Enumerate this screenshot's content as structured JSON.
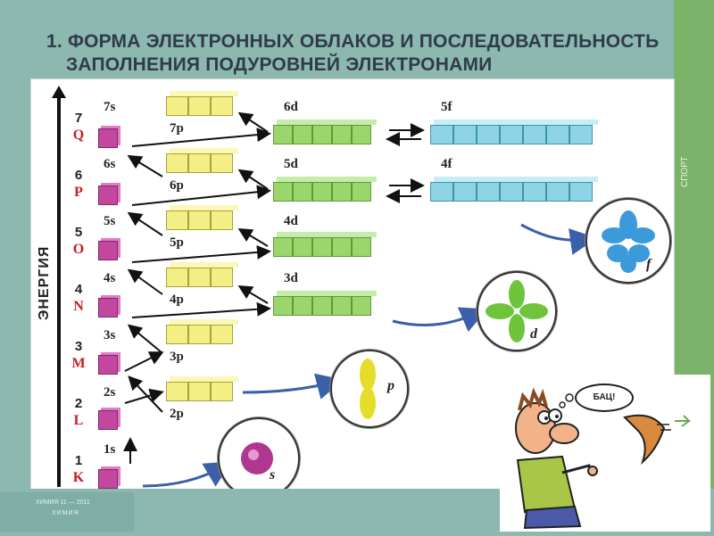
{
  "title": {
    "line1": "1. ФОРМА ЭЛЕКТРОННЫХ ОБЛАКОВ И ПОСЛЕДОВАТЕЛЬНОСТЬ",
    "line2": "ЗАПОЛНЕНИЯ ПОДУРОВНЕЙ ЭЛЕКТРОНАМИ"
  },
  "axis_label": "ЭНЕРГИЯ",
  "levels": [
    {
      "n": "7",
      "letter": "Q",
      "s": "7s",
      "p": "7p"
    },
    {
      "n": "6",
      "letter": "P",
      "s": "6s",
      "p": "6p"
    },
    {
      "n": "5",
      "letter": "O",
      "s": "5s",
      "p": "5p"
    },
    {
      "n": "4",
      "letter": "N",
      "s": "4s",
      "p": "4p"
    },
    {
      "n": "3",
      "letter": "M",
      "s": "3s",
      "p": "3p"
    },
    {
      "n": "2",
      "letter": "L",
      "s": "2s",
      "p": "2p"
    },
    {
      "n": "1",
      "letter": "K",
      "s": "1s",
      "p": ""
    }
  ],
  "d_labels": [
    "6d",
    "5d",
    "4d",
    "3d"
  ],
  "f_labels": [
    "5f",
    "4f"
  ],
  "orbitals": {
    "s": "s",
    "p": "p",
    "d": "d",
    "f": "f"
  },
  "cartoon": {
    "bubble": "БАЦ!"
  },
  "side_text": "СПОРТ",
  "footer": {
    "line1": "ХИМИЯ 11 — 2011",
    "line2": "ХИМИЯ"
  },
  "colors": {
    "s_cell": "#c4479f",
    "p_cell": "#f3ef84",
    "d_cell": "#9bd66c",
    "f_cell": "#8fd4e5",
    "level_letter": "#c81e1e",
    "title": "#2f3b4a"
  }
}
